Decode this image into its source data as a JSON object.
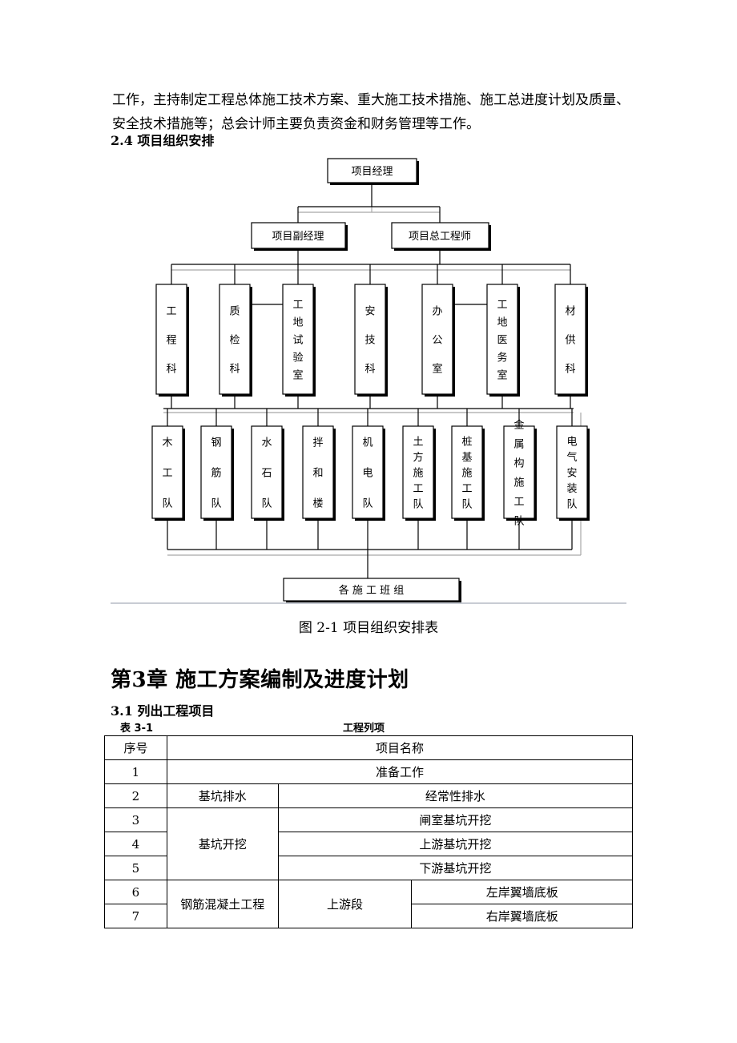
{
  "intro_paragraph": "工作，主持制定工程总体施工技术方案、重大施工技术措施、施工总进度计划及质量、安全技术措施等；总会计师主要负责资金和财务管理等工作。",
  "section_2_4": "2.4 项目组织安排",
  "org_chart": {
    "top": "项目经理",
    "level2": [
      "项目副经理",
      "项目总工程师"
    ],
    "departments": [
      "工程科",
      "质检科",
      "工地试验室",
      "安技科",
      "办公室",
      "工地医务室",
      "材供科"
    ],
    "teams": [
      "木工队",
      "钢筋队",
      "水石队",
      "拌和楼",
      "机电队",
      "土方施工队",
      "桩基施工队",
      "金属构施工队",
      "电气安装队"
    ],
    "bottom": "各 施 工 班 组"
  },
  "figure_caption": "图 2-1  项目组织安排表",
  "chapter_title": "第3章  施工方案编制及进度计划",
  "section_3_1": "3.1 列出工程项目",
  "table": {
    "label": "表 3-1",
    "caption": "工程列项",
    "header": [
      "序号",
      "项目名称"
    ],
    "rows": [
      {
        "no": "1",
        "name": "准备工作"
      },
      {
        "no": "2",
        "group": "基坑排水",
        "item": "经常性排水"
      },
      {
        "no": "3",
        "group": "基坑开挖",
        "item": "闸室基坑开挖"
      },
      {
        "no": "4",
        "item": "上游基坑开挖"
      },
      {
        "no": "5",
        "item": "下游基坑开挖"
      },
      {
        "no": "6",
        "group": "钢筋混凝土工程",
        "sub": "上游段",
        "item": "左岸翼墙底板"
      },
      {
        "no": "7",
        "item": "右岸翼墙底板"
      }
    ]
  }
}
